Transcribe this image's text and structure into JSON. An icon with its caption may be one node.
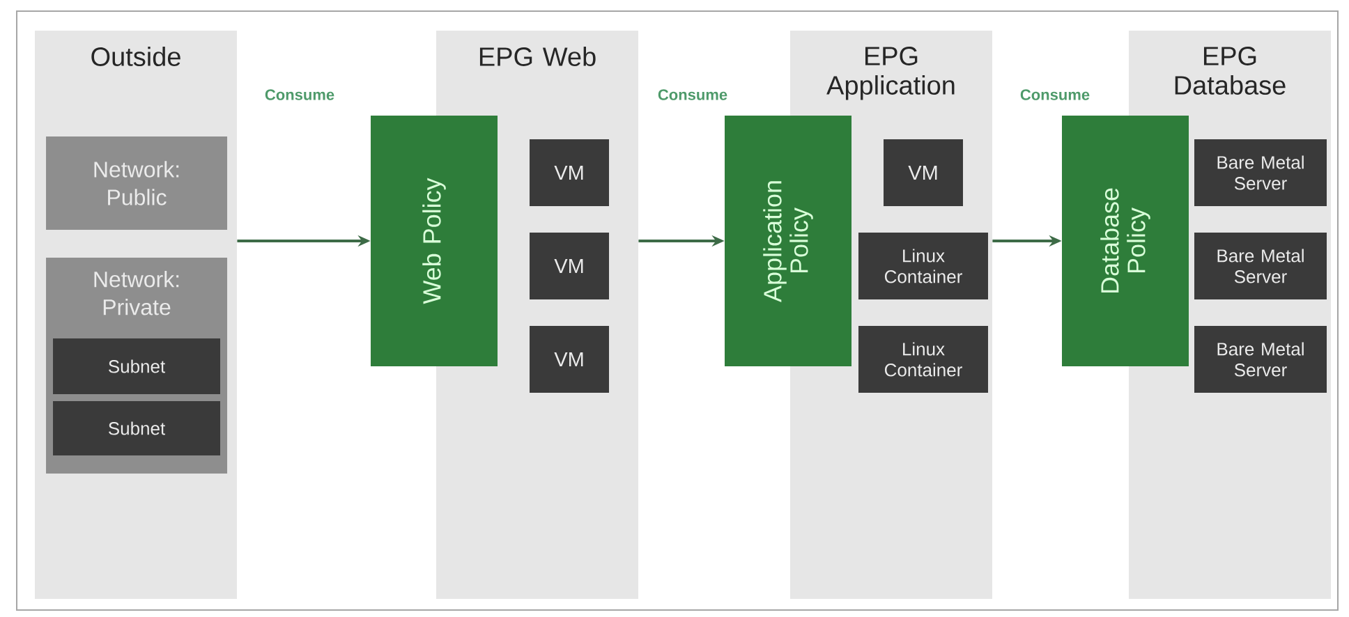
{
  "diagram": {
    "nodes": [
      {
        "text": [
          "Outside"
        ]
      },
      {
        "text": [
          "Network: Public"
        ],
        "in": 0
      },
      {
        "text": [
          "Network: Private"
        ],
        "in": 0
      },
      {
        "text": [
          "Subnet"
        ],
        "in": 2
      },
      {
        "text": [
          "Subnet"
        ],
        "in": 2
      },
      {
        "text": [
          "EPG Web"
        ]
      },
      {
        "text": [
          "Web Policy"
        ]
      },
      {
        "text": [
          "VM"
        ],
        "in": 5
      },
      {
        "text": [
          "VM"
        ],
        "in": 5
      },
      {
        "text": [
          "VM"
        ],
        "in": 5
      },
      {
        "text": [
          "EPG Application"
        ]
      },
      {
        "text": [
          "Application Policy"
        ]
      },
      {
        "text": [
          "VM"
        ],
        "in": 10
      },
      {
        "text": [
          "Linux Container"
        ],
        "in": 10
      },
      {
        "text": [
          "Linux Container"
        ],
        "in": 10
      },
      {
        "text": [
          "EPG Database"
        ]
      },
      {
        "text": [
          "Database Policy"
        ]
      },
      {
        "text": [
          "Bare Metal Server"
        ],
        "in": 15
      },
      {
        "text": [
          "Bare Metal Server"
        ],
        "in": 15
      },
      {
        "text": [
          "Bare Metal Server"
        ],
        "in": 15
      }
    ],
    "edges": [
      {
        "from": 0,
        "to": 6,
        "arrow": "to"
      },
      {
        "from": 5,
        "to": 11,
        "arrow": "to"
      },
      {
        "from": 10,
        "to": 16,
        "arrow": "to"
      }
    ],
    "labels": [
      "Consume",
      "Consume",
      "Consume"
    ]
  }
}
